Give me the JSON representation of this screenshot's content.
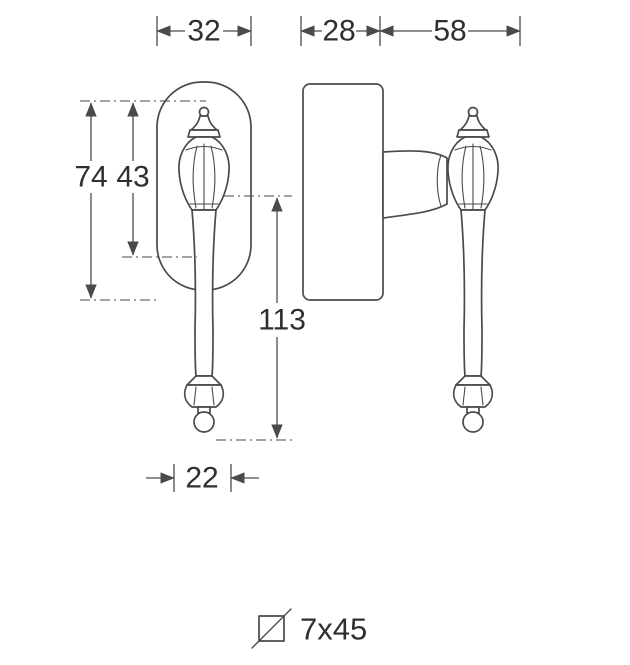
{
  "figure": {
    "type": "technical-drawing",
    "subject": "window-handle-front-and-side-view",
    "dimensions": {
      "plate_width": "32",
      "plate_depth": "28",
      "projection": "58",
      "height_total": "74",
      "height_inner": "43",
      "handle_length": "113",
      "base_width": "22"
    },
    "spindle": {
      "label": "7x45"
    }
  },
  "colors": {
    "line": "#4a4a4a",
    "text": "#2f2f2f",
    "background": "#ffffff"
  }
}
